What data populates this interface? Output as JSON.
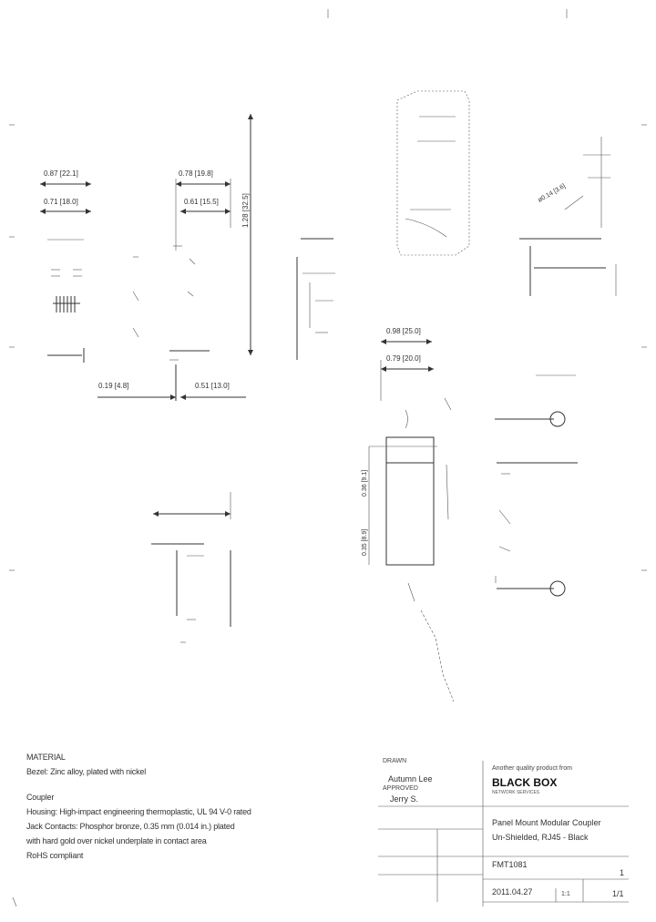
{
  "material": {
    "heading": "MATERIAL",
    "bezel": "Bezel: Zinc alloy, plated with nickel",
    "coupler_heading": "Coupler",
    "housing": "Housing: High-impact engineering thermoplastic, UL 94 V-0 rated",
    "contacts": "Jack Contacts: Phosphor bronze, 0.35 mm (0.014 in.) plated",
    "plating": "with hard gold over nickel underplate in contact area",
    "rohs": "RoHS compliant"
  },
  "title_block": {
    "drawn_label": "DRAWN",
    "drawn_by": "Autumn Lee",
    "approved_label": "APPROVED",
    "approved_by": "Jerry S.",
    "tagline": "Another quality product from",
    "company": "BLACK BOX",
    "company_sub": "NETWORK SERVICES",
    "description_line1": "Panel Mount Modular Coupler",
    "description_line2": "Un-Shielded, RJ45 - Black",
    "part_number": "FMT1081",
    "date": "2011.04.27",
    "sheet": "1/1",
    "rev": "1",
    "scale_label": "1:1"
  },
  "dimensions": {
    "d1": "0.87 [22.1]",
    "d2": "0.71 [18.0]",
    "d3": "0.78 [19.8]",
    "d4": "0.61 [15.5]",
    "d5": "1.28 [32.5]",
    "d6": "0.19 [4.8]",
    "d7": "0.51 [13.0]",
    "d8": "0.98 [25.0]",
    "d9": "0.79 [20.0]",
    "d10": "0.36 [9.1]",
    "d11": "0.35 [8.9]",
    "d12": "ø0.14 [3.6]"
  }
}
